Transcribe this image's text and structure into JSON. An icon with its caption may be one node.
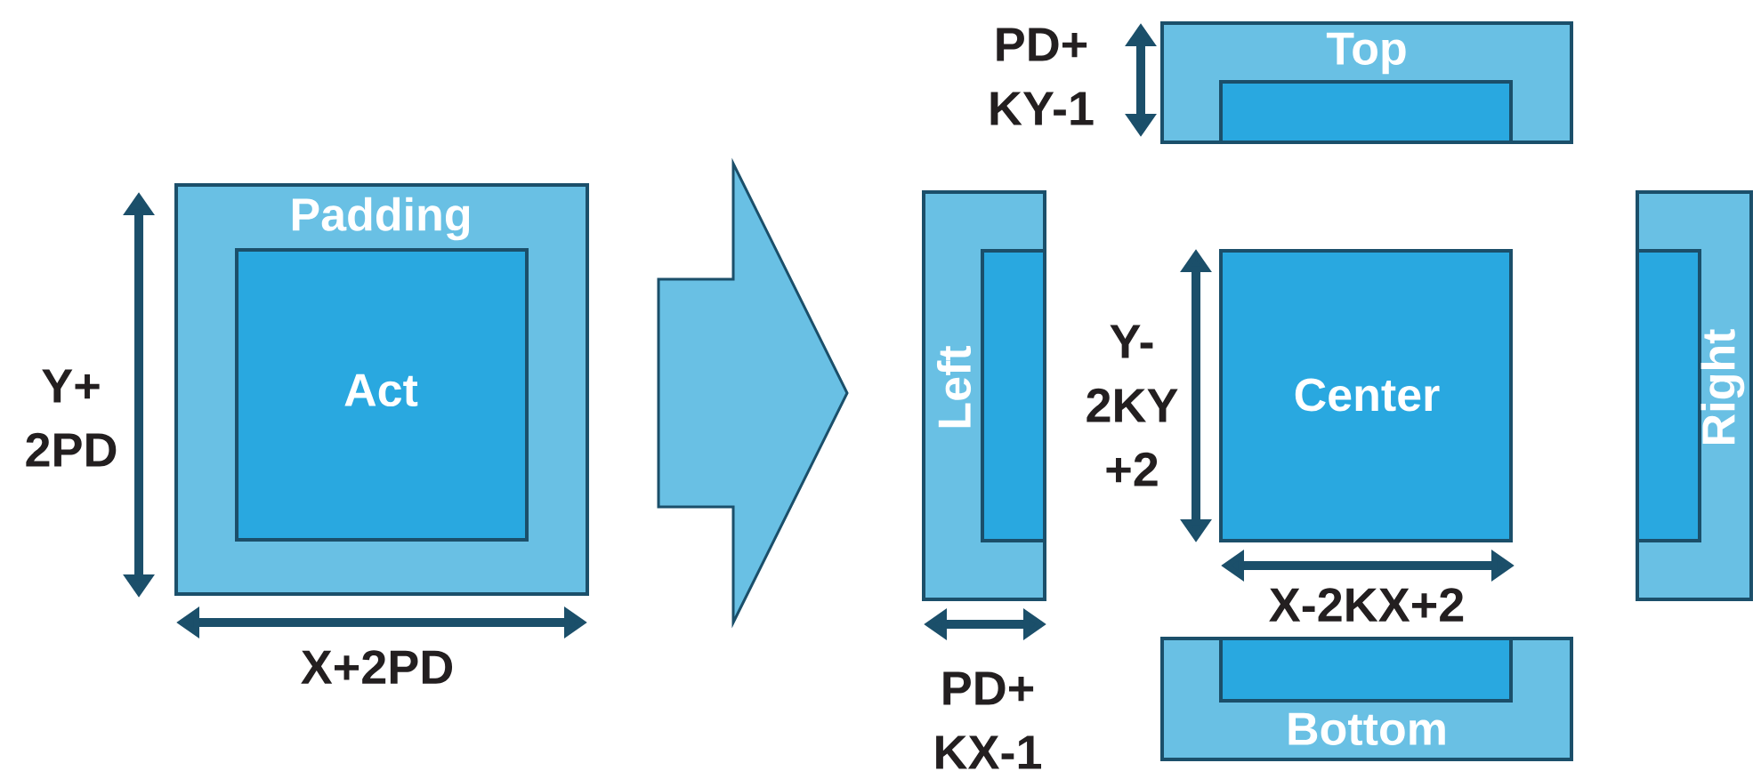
{
  "diagram": {
    "nodes": [
      {
        "text": [
          "Padding"
        ]
      },
      {
        "text": [
          "Act"
        ],
        "in": 0
      },
      {
        "text": [
          "Top"
        ]
      },
      {
        "text": [
          "Left"
        ]
      },
      {
        "text": [
          "Center"
        ]
      },
      {
        "text": [
          "Bottom"
        ]
      },
      {
        "text": [
          "Right"
        ]
      }
    ],
    "labels": [
      "PD+ KY-1",
      "Y+ 2PD",
      "Y- 2KY +2",
      "X+2PD",
      "X-2KX+2",
      "PD+ KX-1"
    ]
  }
}
